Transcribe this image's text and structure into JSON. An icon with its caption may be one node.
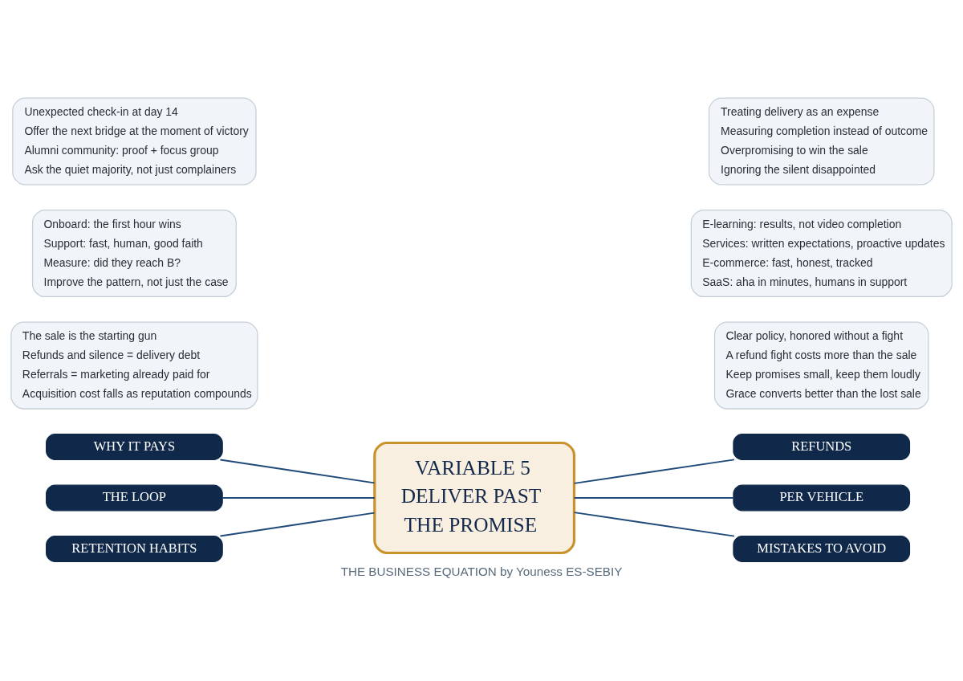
{
  "diagram": {
    "caption": "THE BUSINESS EQUATION by Youness ES-SEBIY",
    "nodes": [
      {
        "text": [
          "VARIABLE 5 DELIVER PAST THE PROMISE"
        ]
      },
      {
        "text": [
          "WHY IT PAYS"
        ]
      },
      {
        "text": [
          "The sale is the starting gun",
          "Refunds and silence = delivery debt",
          "Referrals = marketing already paid for",
          "Acquisition cost falls as reputation compounds"
        ]
      },
      {
        "text": [
          "REFUNDS"
        ]
      },
      {
        "text": [
          "Clear policy, honored without a fight",
          "A refund fight costs more than the sale",
          "Keep promises small, keep them loudly",
          "Grace converts better than the lost sale"
        ]
      },
      {
        "text": [
          "THE LOOP"
        ]
      },
      {
        "text": [
          "Onboard: the first hour wins",
          "Support: fast, human, good faith",
          "Measure: did they reach B?",
          "Improve the pattern, not just the case"
        ]
      },
      {
        "text": [
          "PER VEHICLE"
        ]
      },
      {
        "text": [
          "E-learning: results, not video completion",
          "Services: written expectations, proactive updates",
          "E-commerce: fast, honest, tracked",
          "SaaS: aha in minutes, humans in support"
        ]
      },
      {
        "text": [
          "RETENTION HABITS"
        ]
      },
      {
        "text": [
          "Unexpected check-in at day 14",
          "Offer the next bridge at the moment of victory",
          "Alumni community: proof + focus group",
          "Ask the quiet majority, not just complainers"
        ]
      },
      {
        "text": [
          "MISTAKES TO AVOID"
        ]
      },
      {
        "text": [
          "Treating delivery as an expense",
          "Measuring completion instead of outcome",
          "Overpromising to win the sale",
          "Ignoring the silent disappointed"
        ]
      }
    ],
    "edges": [
      {
        "from": 0,
        "to": 1,
        "arrow": "none"
      },
      {
        "from": 0,
        "to": 3,
        "arrow": "none"
      },
      {
        "from": 0,
        "to": 5,
        "arrow": "none"
      },
      {
        "from": 0,
        "to": 7,
        "arrow": "none"
      },
      {
        "from": 0,
        "to": 9,
        "arrow": "none"
      },
      {
        "from": 0,
        "to": 11,
        "arrow": "none"
      }
    ]
  }
}
